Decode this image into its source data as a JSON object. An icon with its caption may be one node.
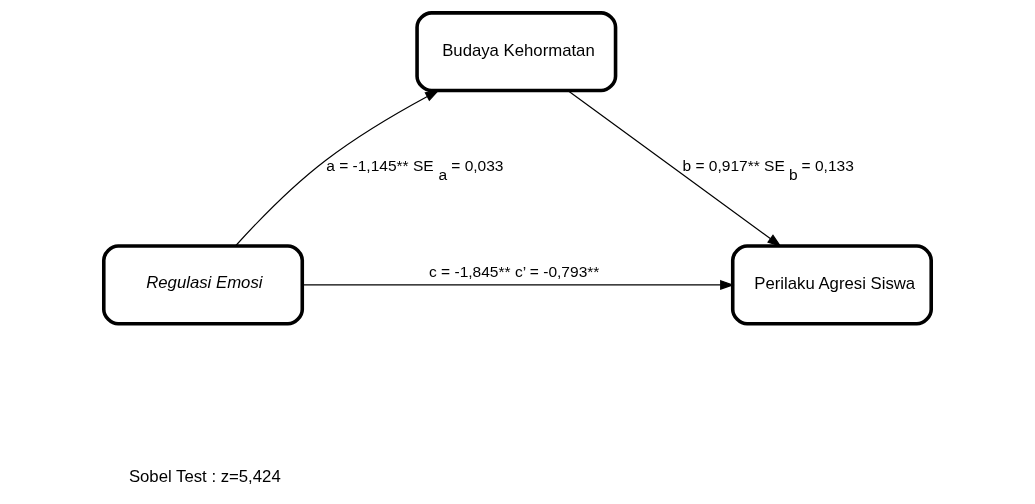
{
  "diagram": {
    "nodes": [
      {
        "text": [
          "Budaya Kehormatan"
        ]
      },
      {
        "text": [
          "Regulasi Emosi"
        ]
      },
      {
        "text": [
          "Perilaku Agresi Siswa"
        ]
      }
    ],
    "edges": [
      {
        "from": 1,
        "to": 0,
        "arrow": "to",
        "label": "a = -1,145** SE$_{a}$ = 0,033"
      },
      {
        "from": 0,
        "to": 2,
        "arrow": "to",
        "label": "b = 0,917** SE$_{b}$ = 0,133"
      },
      {
        "from": 1,
        "to": 2,
        "arrow": "to",
        "label": "c = -1,845** c’ = -0,793**"
      }
    ],
    "labels": [
      "Sobel Test : z=5,424"
    ]
  }
}
